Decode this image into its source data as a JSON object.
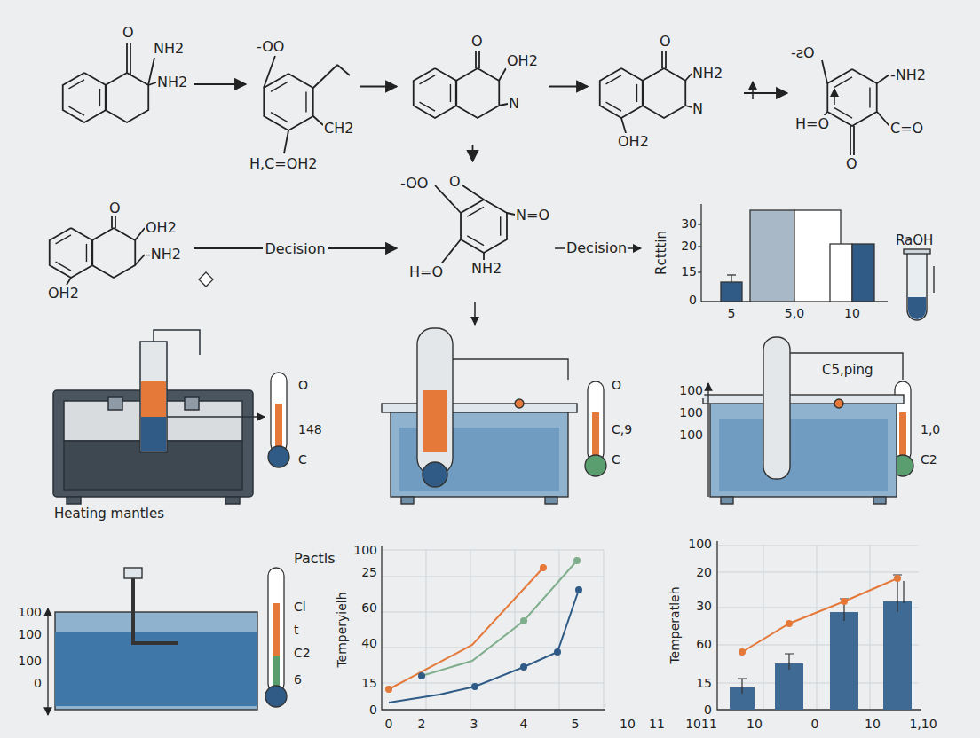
{
  "diagram": {
    "nodes": [
      {
        "text": [
          "O",
          "NH2",
          "NH2"
        ]
      },
      {
        "text": [
          "-OO",
          "CH2",
          "H,C=OH2"
        ]
      },
      {
        "text": [
          "O",
          "OH2",
          "N"
        ]
      },
      {
        "text": [
          "O",
          "NH2",
          "N",
          "OH2"
        ]
      },
      {
        "text": [
          "-ƨO",
          "-NH2",
          "H=O",
          "O",
          "C=O"
        ]
      },
      {
        "text": [
          "O",
          "OH2",
          "-NH2",
          "OH2"
        ]
      },
      {
        "text": [
          "-OO",
          "O",
          "N=O",
          "H=O",
          "NH2"
        ]
      }
    ],
    "edges": [
      {
        "from": 0,
        "to": 1,
        "arrow": "to"
      },
      {
        "from": 1,
        "to": 2,
        "arrow": "to"
      },
      {
        "from": 2,
        "to": 3,
        "arrow": "to"
      },
      {
        "from": 3,
        "to": 4,
        "arrow": "to"
      },
      {
        "from": 2,
        "to": 6,
        "arrow": "to"
      },
      {
        "from": 5,
        "to": 6,
        "label": "Decision",
        "arrow": "to"
      }
    ],
    "labels": [
      "Decision",
      "Rctttin",
      "30",
      "20",
      "15",
      "0",
      "5",
      "5,0",
      "10",
      "RaOH",
      "O",
      "148",
      "C",
      "Heating mantles",
      "O",
      "C,9",
      "C",
      "100",
      "100",
      "100",
      "C5,ping",
      "1,0",
      "C2",
      "Pactls",
      "100",
      "100",
      "100",
      "0",
      "Cl",
      "t",
      "C2",
      "6",
      "Temperyielh",
      "100",
      "25",
      "60",
      "40",
      "15",
      "0",
      "0",
      "2",
      "3",
      "4",
      "5",
      "10",
      "11",
      "1011",
      "Temperatleh",
      "100",
      "20",
      "30",
      "60",
      "15",
      "0",
      "10",
      "0",
      "10",
      "1,10"
    ]
  }
}
